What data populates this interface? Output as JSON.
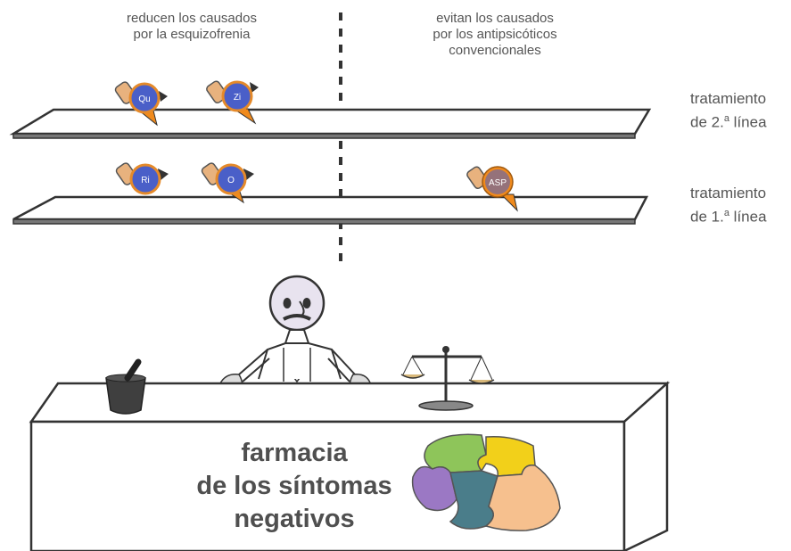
{
  "columns": {
    "left": [
      "reducen los causados",
      "por la esquizofrenia"
    ],
    "right": [
      "evitan los causados",
      "por los antipsicóticos",
      "convencionales"
    ]
  },
  "shelves": {
    "second": {
      "line1": "tratamiento",
      "line2_prefix": "de 2.",
      "sup": "a",
      "line2_suffix": " línea"
    },
    "first": {
      "line1": "tratamiento",
      "line2_prefix": "de 1.",
      "sup": "a",
      "line2_suffix": " línea"
    }
  },
  "pills": {
    "qu": "Qu",
    "zi": "Zi",
    "ri": "Ri",
    "o": "O",
    "asp": "ASP"
  },
  "counter": {
    "title_lines": [
      "farmacia",
      "de los síntomas",
      "negativos"
    ]
  },
  "colors": {
    "pill_blue": "#4a5fc8",
    "pill_orange": "#f08a1c",
    "puzzle_green": "#8ec55a",
    "puzzle_purple": "#9b78c4",
    "puzzle_yellow": "#f2d01a",
    "puzzle_teal": "#4a7d8a",
    "puzzle_peach": "#f6c08e"
  }
}
